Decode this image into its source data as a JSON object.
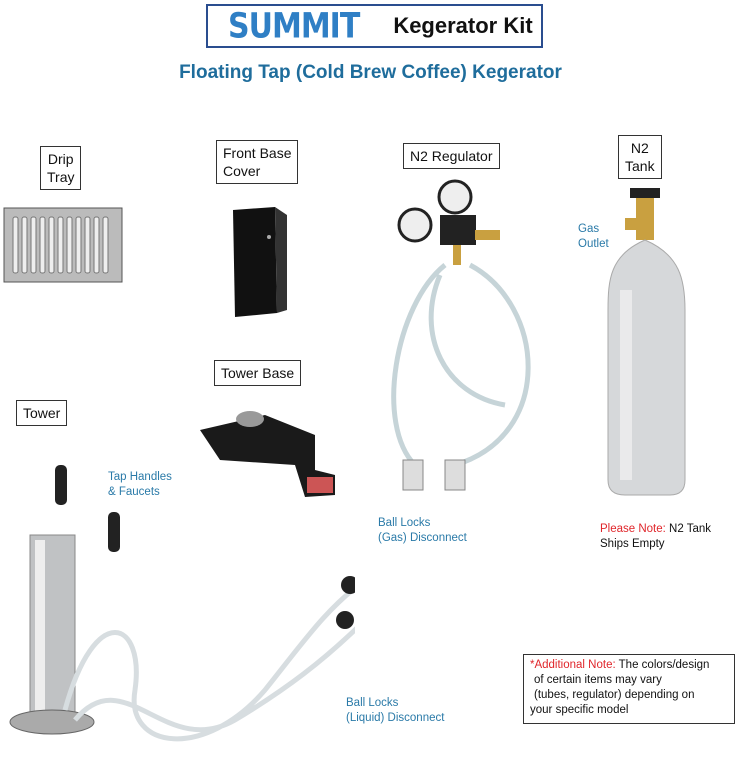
{
  "header": {
    "logo": "SUMMIT",
    "title": "Kegerator Kit",
    "subtitle": "Floating Tap (Cold Brew Coffee) Kegerator"
  },
  "labels": {
    "drip_tray": [
      "Drip",
      "Tray"
    ],
    "front_base_cover": [
      "Front Base",
      "Cover"
    ],
    "n2_regulator": "N2 Regulator",
    "n2_tank": [
      "N2",
      "Tank"
    ],
    "tower_base": "Tower Base",
    "tower": "Tower"
  },
  "captions": {
    "gas_outlet": [
      "Gas",
      "Outlet"
    ],
    "tap_handles": [
      "Tap Handles",
      "& Faucets"
    ],
    "ball_locks_gas": [
      "Ball Locks",
      "(Gas) Disconnect"
    ],
    "ball_locks_liquid": [
      "Ball Locks",
      "(Liquid) Disconnect"
    ]
  },
  "notes": {
    "please_note_prefix": "Please Note:",
    "please_note_text": " N2 Tank",
    "please_note_line2": "Ships Empty",
    "additional_prefix": "*Additional Note:",
    "additional_text": " The colors/design",
    "additional_lines": [
      "of certain items may vary",
      "(tubes, regulator) depending on",
      "your specific model"
    ]
  },
  "colors": {
    "brand": "#2f7fc5",
    "subtitle": "#1f6d9c",
    "caption": "#2a7aa8",
    "note_red": "#e0262b"
  }
}
